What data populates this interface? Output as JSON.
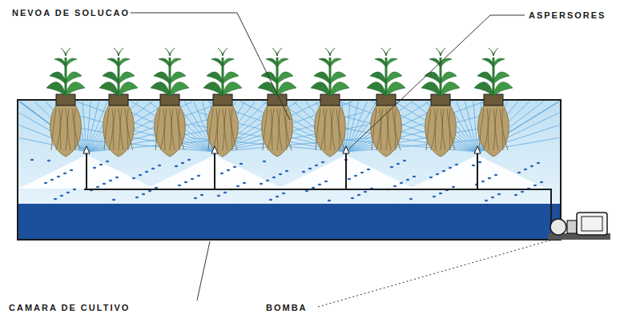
{
  "diagram": {
    "labels": [
      "NEVOA DE SOLUCAO",
      "ASPERSORES",
      "CAMARA DE CULTIVO",
      "BOMBA"
    ]
  }
}
